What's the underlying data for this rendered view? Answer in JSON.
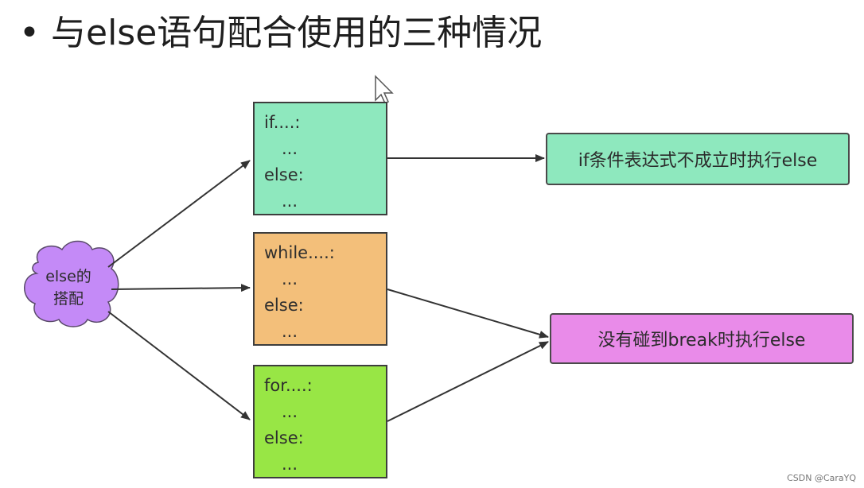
{
  "title": {
    "bullet": "•",
    "text": "与else语句配合使用的三种情况"
  },
  "cloud": {
    "label_line1": "else的",
    "label_line2": "搭配"
  },
  "boxes": {
    "if": {
      "line1": "if....:",
      "line2": "...",
      "line3": "else:",
      "line4": "..."
    },
    "while": {
      "line1": "while....:",
      "line2": "...",
      "line3": "else:",
      "line4": "..."
    },
    "for": {
      "line1": "for....:",
      "line2": "...",
      "line3": "else:",
      "line4": "..."
    }
  },
  "results": {
    "if_result": "if条件表达式不成立时执行else",
    "loop_result": "没有碰到break时执行else"
  },
  "watermark": "CSDN @CaraYQ",
  "colors": {
    "if_box": "#8ee8be",
    "while_box": "#f3bf7a",
    "for_box": "#98e645",
    "loop_result_box": "#e98be9",
    "cloud": "#c48af7"
  }
}
